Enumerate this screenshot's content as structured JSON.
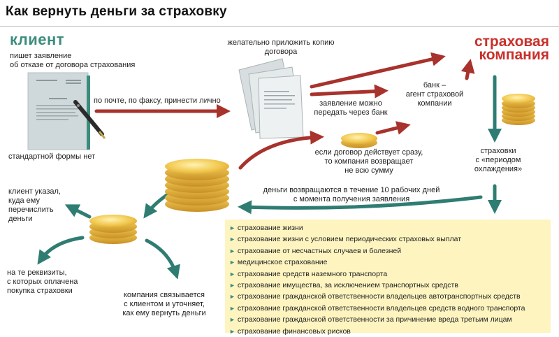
{
  "title": "Как вернуть деньги за страховку",
  "client": {
    "heading": "клиент",
    "writes": [
      "пишет заявление",
      "об отказе от договора страхования"
    ],
    "no_standard_form": "стандартной формы нет"
  },
  "delivery": "по почте, по факсу, принести лично",
  "contract_note": [
    "желательно приложить копию",
    "договора"
  ],
  "bank_note": [
    "заявление можно",
    "передать через банк"
  ],
  "bank_agent": [
    "банк –",
    "агент страховой",
    "компании"
  ],
  "company": [
    "страховая",
    "компания"
  ],
  "cooling": [
    "страховки",
    "с «периодом",
    "охлаждения»"
  ],
  "partial_refund": [
    "если договор действует сразу,",
    "то компания возвращает",
    "не всю сумму"
  ],
  "refund_time": [
    "деньги возвращаются в течение 10 рабочих дней",
    "с момента получения заявления"
  ],
  "client_specified": [
    "клиент указал,",
    "куда ему",
    "перечислить",
    "деньги"
  ],
  "payment_details": [
    "на те реквизиты,",
    "с которых оплачена",
    "покупка страховки"
  ],
  "company_contacts": [
    "компания связывается",
    "с клиентом и уточняет,",
    "как ему вернуть деньги"
  ],
  "insurance_types": [
    "страхование жизни",
    "страхование жизни с условием периодических страховых выплат",
    "страхование от несчастных случаев и болезней",
    "медицинское страхование",
    "страхование средств наземного транспорта",
    "страхование имущества, за исключением транспортных средств",
    "страхование гражданской ответственности владельцев автотранспортных средств",
    "страхование гражданской ответственности владельцев средств водного транспорта",
    "страхование гражданской ответственности за причинение вреда третьим лицам",
    "страхование финансовых рисков"
  ],
  "colors": {
    "red_arrow": "#a8322c",
    "teal_arrow": "#2f7d72",
    "coin": "#e4b23a",
    "panel": "#fdf4c0"
  }
}
